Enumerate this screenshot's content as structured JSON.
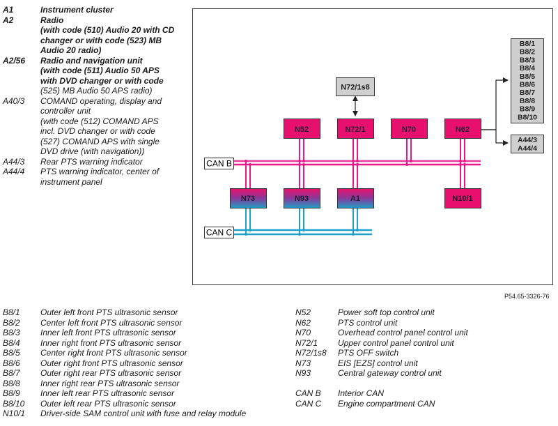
{
  "legend_top": [
    {
      "code": "A1",
      "desc": "Instrument cluster",
      "emphasis": true
    },
    {
      "code": "A2",
      "desc": "Radio",
      "emphasis": true
    },
    {
      "code": "",
      "desc": "(with code (510) Audio 20 with CD",
      "emphasis": true
    },
    {
      "code": "",
      "desc": "changer or with code (523) MB",
      "emphasis": true
    },
    {
      "code": "",
      "desc": "Audio 20 radio)",
      "emphasis": true
    },
    {
      "code": "A2/56",
      "desc": "Radio and navigation unit",
      "emphasis": true
    },
    {
      "code": "",
      "desc": "(with code (511) Audio 50 APS",
      "emphasis": true
    },
    {
      "code": "",
      "desc": "with DVD changer or with code",
      "emphasis": true
    },
    {
      "code": "",
      "desc": "(525) MB Audio 50 APS radio)",
      "emphasis": false
    },
    {
      "code": "A40/3",
      "desc": "COMAND operating, display and",
      "emphasis": false
    },
    {
      "code": "",
      "desc": "controller unit",
      "emphasis": false
    },
    {
      "code": "",
      "desc": "(with code (512) COMAND APS",
      "emphasis": false
    },
    {
      "code": "",
      "desc": "incl. DVD changer or with code",
      "emphasis": false
    },
    {
      "code": "",
      "desc": "(527) COMAND APS with single",
      "emphasis": false
    },
    {
      "code": "",
      "desc": "DVD drive (with navigation))",
      "emphasis": false
    },
    {
      "code": "A44/3",
      "desc": "Rear PTS warning indicator",
      "emphasis": false
    },
    {
      "code": "A44/4",
      "desc": "PTS warning indicator, center of",
      "emphasis": false
    },
    {
      "code": "",
      "desc": "instrument panel",
      "emphasis": false
    }
  ],
  "legend_bottom_left": [
    {
      "code": "B8/1",
      "desc": "Outer left front PTS ultrasonic sensor"
    },
    {
      "code": "B8/2",
      "desc": "Center left front PTS ultrasonic sensor"
    },
    {
      "code": "B8/3",
      "desc": "Inner left front PTS ultrasonic sensor"
    },
    {
      "code": "B8/4",
      "desc": "Inner right front PTS ultrasonic sensor"
    },
    {
      "code": "B8/5",
      "desc": "Center right front PTS ultrasonic sensor"
    },
    {
      "code": "B8/6",
      "desc": "Outer right front PTS ultrasonic sensor"
    },
    {
      "code": "B8/7",
      "desc": "Outer right rear PTS ultrasonic sensor"
    },
    {
      "code": "B8/8",
      "desc": "Inner right rear PTS ultrasonic sensor"
    },
    {
      "code": "B8/9",
      "desc": "Inner left rear PTS ultrasonic sensor"
    },
    {
      "code": "B8/10",
      "desc": "Outer left rear PTS ultrasonic sensor"
    },
    {
      "code": "N10/1",
      "desc": "Driver-side SAM control unit with fuse and relay module"
    }
  ],
  "legend_bottom_right": [
    {
      "code": "N52",
      "desc": "Power soft top control unit"
    },
    {
      "code": "N62",
      "desc": "PTS control unit"
    },
    {
      "code": "N70",
      "desc": "Overhead control panel control unit"
    },
    {
      "code": "N72/1",
      "desc": "Upper control panel control unit"
    },
    {
      "code": "N72/1s8",
      "desc": "PTS OFF switch"
    },
    {
      "code": "N73",
      "desc": "EIS [EZS] control unit"
    },
    {
      "code": "N93",
      "desc": "Central gateway control unit"
    },
    {
      "code": "",
      "desc": ""
    },
    {
      "code": "CAN B",
      "desc": "Interior CAN"
    },
    {
      "code": "CAN C",
      "desc": "Engine compartment CAN"
    }
  ],
  "diagram": {
    "upper_units": [
      {
        "id": "n52",
        "label": "N52"
      },
      {
        "id": "n72-1",
        "label": "N72/1"
      },
      {
        "id": "n70",
        "label": "N70"
      },
      {
        "id": "n62",
        "label": "N62"
      }
    ],
    "lower_units": [
      {
        "id": "n73",
        "label": "N73",
        "gradient": true
      },
      {
        "id": "n93",
        "label": "N93",
        "gradient": true
      },
      {
        "id": "a1",
        "label": "A1",
        "gradient": true
      },
      {
        "id": "n10-1",
        "label": "N10/1",
        "gradient": false
      }
    ],
    "switch_label": "N72/1s8",
    "sensors": [
      "B8/1",
      "B8/2",
      "B8/3",
      "B8/4",
      "B8/5",
      "B8/6",
      "B8/7",
      "B8/8",
      "B8/9",
      "B8/10"
    ],
    "indicators": [
      "A44/3",
      "A44/4"
    ],
    "can_b_label": "CAN B",
    "can_c_label": "CAN C",
    "colors": {
      "can_b": "#e8188a",
      "can_c": "#1ea0c8",
      "unit_fill": "#e8106e",
      "gray_box": "#cfcfcf"
    }
  },
  "reference_code": "P54.65-3326-76"
}
